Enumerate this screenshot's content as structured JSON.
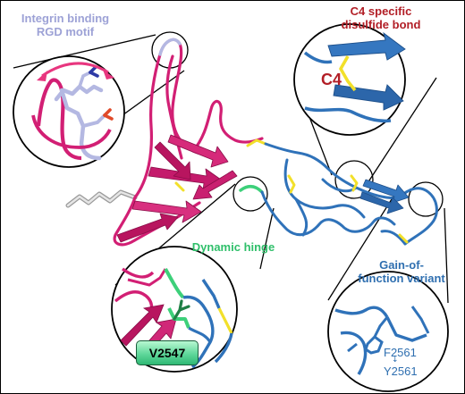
{
  "labels": {
    "integrin_line1": "Integrin binding",
    "integrin_line2": "RGD motif",
    "c4_specific_line1": "C4 specific",
    "c4_specific_line2": "disulfide bond",
    "c4": "C4",
    "dynamic_hinge": "Dynamic hinge",
    "residue_v": "V2547",
    "gof_line1": "Gain-of-",
    "gof_line2": "function variant",
    "variant_from": "F2561",
    "variant_to": "Y2561"
  },
  "colors": {
    "magenta": "#d21f74",
    "blue": "#2f72b9",
    "lavender": "#b4b8e2",
    "yellow": "#f2e02a",
    "green": "#3dd07a",
    "label_lavender": "#9da2d6",
    "label_red": "#b21e26",
    "label_green": "#2fbf6a",
    "label_blue": "#2f6fb0",
    "arrow_pink": "#e8367f"
  }
}
